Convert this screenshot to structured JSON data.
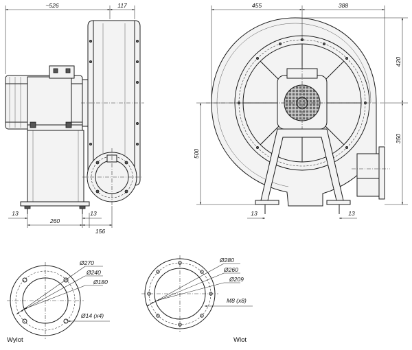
{
  "side_view": {
    "dim_width": "~526",
    "dim_housing": "117",
    "dim_foot_left": "13",
    "dim_base": "260",
    "dim_foot_right": "13",
    "dim_outlet": "156"
  },
  "front_view": {
    "dim_left": "455",
    "dim_right": "388",
    "dim_top_height": "420",
    "dim_outlet_height": "350",
    "dim_shaft_height": "500",
    "dim_foot_left": "13",
    "dim_foot_right": "13"
  },
  "outlet_flange": {
    "d1": "Ø270",
    "d2": "Ø240",
    "d3": "Ø180",
    "holes": "Ø14 (x4)",
    "caption": "Wylot"
  },
  "inlet_flange": {
    "d1": "Ø280",
    "d2": "Ø260",
    "d3": "Ø209",
    "holes": "M8 (x8)",
    "caption": "Wlot"
  }
}
